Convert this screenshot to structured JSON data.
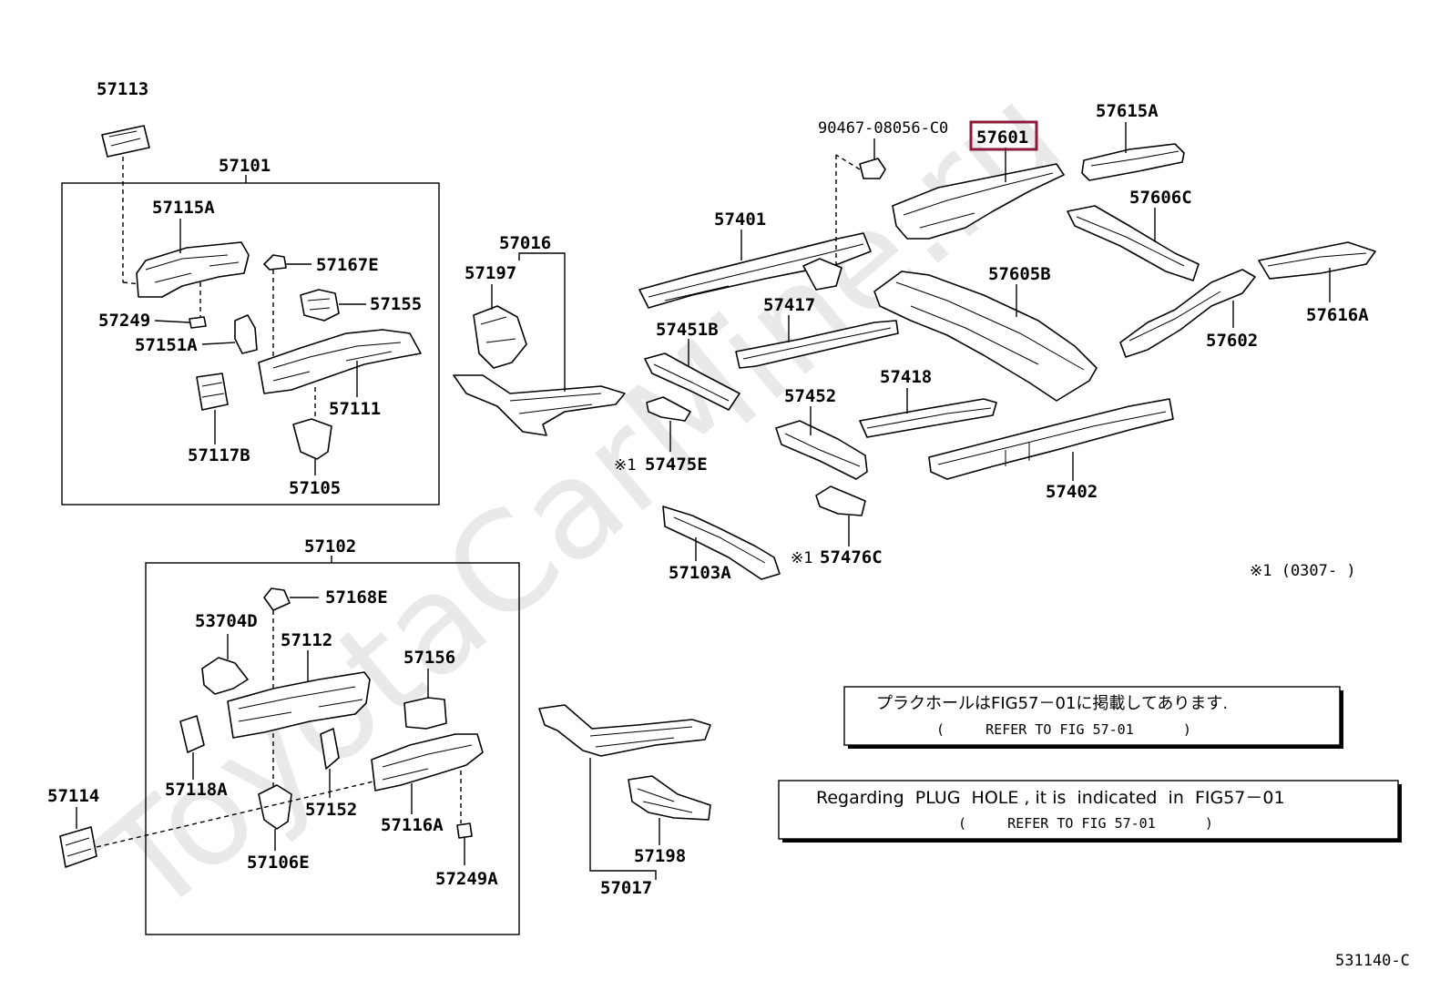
{
  "watermark": "ToyotaCarMine.ru",
  "labels": {
    "p57113": "57113",
    "p57101": "57101",
    "p57115A": "57115A",
    "p57167E": "57167E",
    "p57155": "57155",
    "p57249": "57249",
    "p57151A": "57151A",
    "p57111": "57111",
    "p57117B": "57117B",
    "p57105": "57105",
    "p57016": "57016",
    "p57197": "57197",
    "p57401": "57401",
    "p57417": "57417",
    "p57451B": "57451B",
    "p57475E": "57475E",
    "p57103A": "57103A",
    "p57452": "57452",
    "p57476C": "57476C",
    "p90467": "90467-08056-C0",
    "p57601": "57601",
    "p57615A": "57615A",
    "p57606C": "57606C",
    "p57605B": "57605B",
    "p57418": "57418",
    "p57402": "57402",
    "p57616A": "57616A",
    "p57602": "57602",
    "p57102": "57102",
    "p57168E": "57168E",
    "p53704D": "53704D",
    "p57112": "57112",
    "p57156": "57156",
    "p57118A": "57118A",
    "p57152": "57152",
    "p57116A": "57116A",
    "p57106E": "57106E",
    "p57249A": "57249A",
    "p57114": "57114",
    "p57017": "57017",
    "p57198": "57198"
  },
  "marks": {
    "star1_a": "※1",
    "star1_b": "※1",
    "footnote": "※1 (0307-      )"
  },
  "notes": {
    "jp_text": "プラクホールはFIG57－01に掲載してあります.",
    "jp_refer": "(     REFER TO FIG 57-01      )",
    "en_text": "Regarding  PLUG  HOLE , it is  indicated  in  FIG57－01",
    "en_refer": "(     REFER TO FIG 57-01      )"
  },
  "code": "531140-C",
  "colors": {
    "highlight": "#8b1a3a",
    "ink": "#000000",
    "watermark": "#e9e9e9"
  }
}
